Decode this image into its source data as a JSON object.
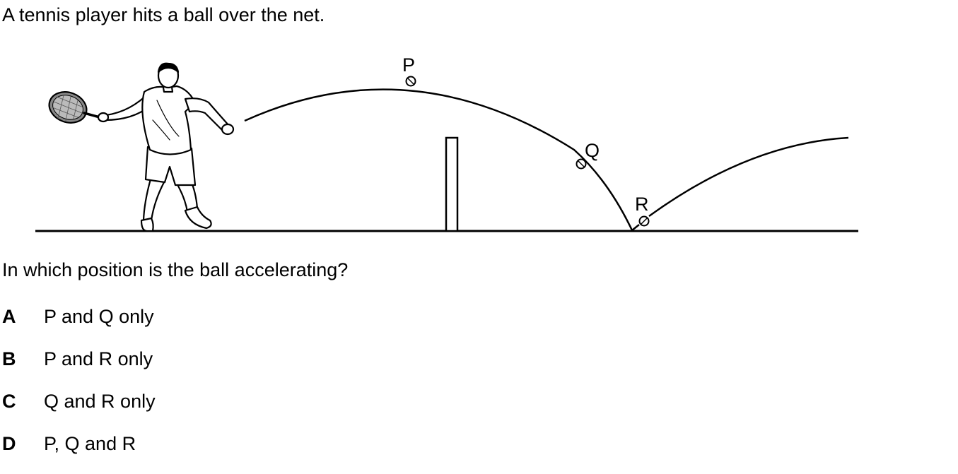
{
  "question": {
    "stem": "A tennis player hits a ball over the net.",
    "prompt": "In which position is the ball accelerating?"
  },
  "diagram": {
    "position_labels": [
      "P",
      "Q",
      "R"
    ]
  },
  "options": [
    {
      "letter": "A",
      "text": "P and Q only"
    },
    {
      "letter": "B",
      "text": "P and R only"
    },
    {
      "letter": "C",
      "text": "Q and R only"
    },
    {
      "letter": "D",
      "text": "P, Q and R"
    }
  ]
}
